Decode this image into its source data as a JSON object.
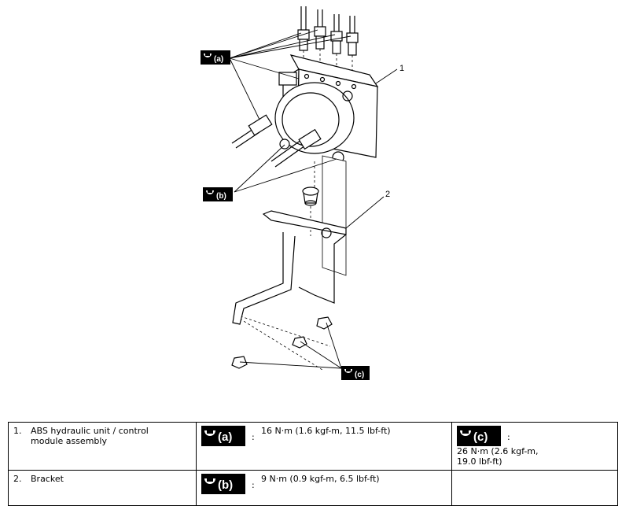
{
  "diagram": {
    "callouts": {
      "part1": "1",
      "part2": "2",
      "torque_a": "(a)",
      "torque_b": "(b)",
      "torque_c": "(c)"
    }
  },
  "table": {
    "rows": [
      {
        "num": "1.",
        "label": "ABS hydraulic unit / control module assembly",
        "badge1": "(a)",
        "torque1": "16 N·m (1.6 kgf-m, 11.5 lbf-ft)",
        "badge2": "(c)",
        "torque2": "26 N·m (2.6 kgf-m, 19.0 lbf-ft)"
      },
      {
        "num": "2.",
        "label": "Bracket",
        "badge1": "(b)",
        "torque1": "9 N·m (0.9 kgf-m, 6.5 lbf-ft)"
      }
    ],
    "colon": ":"
  }
}
